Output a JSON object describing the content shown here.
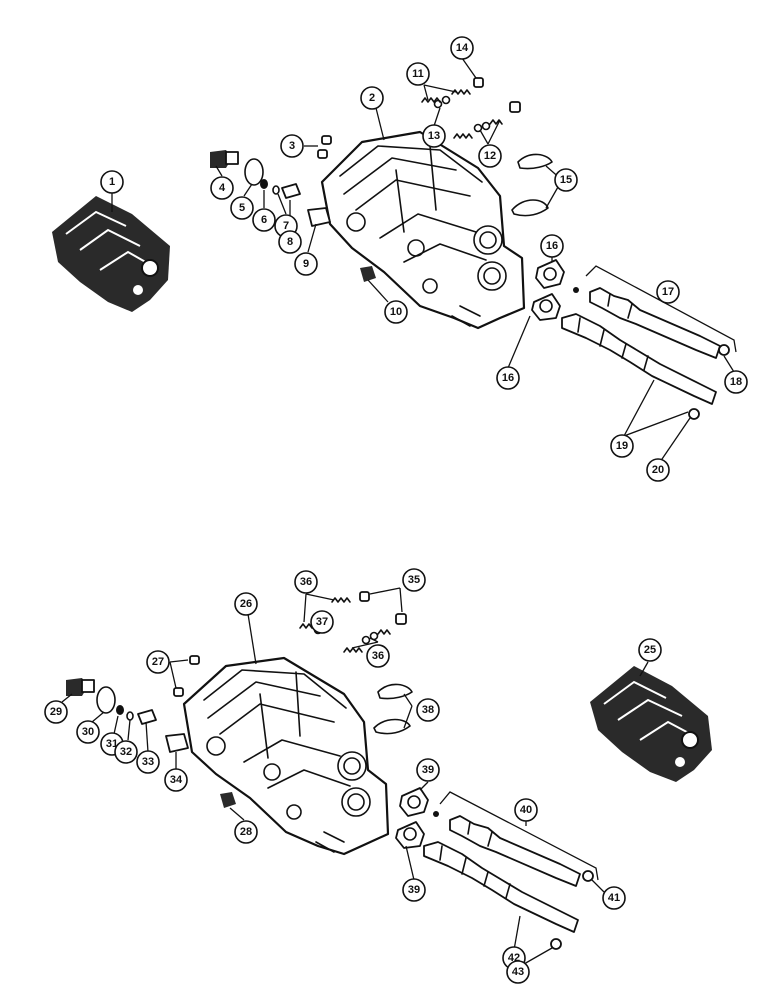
{
  "callouts": {
    "c1": "1",
    "c2": "2",
    "c3": "3",
    "c4": "4",
    "c5": "5",
    "c6": "6",
    "c7": "7",
    "c8": "8",
    "c9": "9",
    "c10": "10",
    "c11": "11",
    "c12": "12",
    "c13": "13",
    "c14": "14",
    "c15": "15",
    "c16a": "16",
    "c16b": "16",
    "c17": "17",
    "c18": "18",
    "c19": "19",
    "c20": "20",
    "c25": "25",
    "c26": "26",
    "c27": "27",
    "c28": "28",
    "c29": "29",
    "c30": "30",
    "c31": "31",
    "c32": "32",
    "c33": "33",
    "c34": "34",
    "c35": "35",
    "c36a": "36",
    "c36b": "36",
    "c37": "37",
    "c38": "38",
    "c39a": "39",
    "c39b": "39",
    "c40": "40",
    "c41": "41",
    "c42": "42",
    "c43": "43"
  }
}
